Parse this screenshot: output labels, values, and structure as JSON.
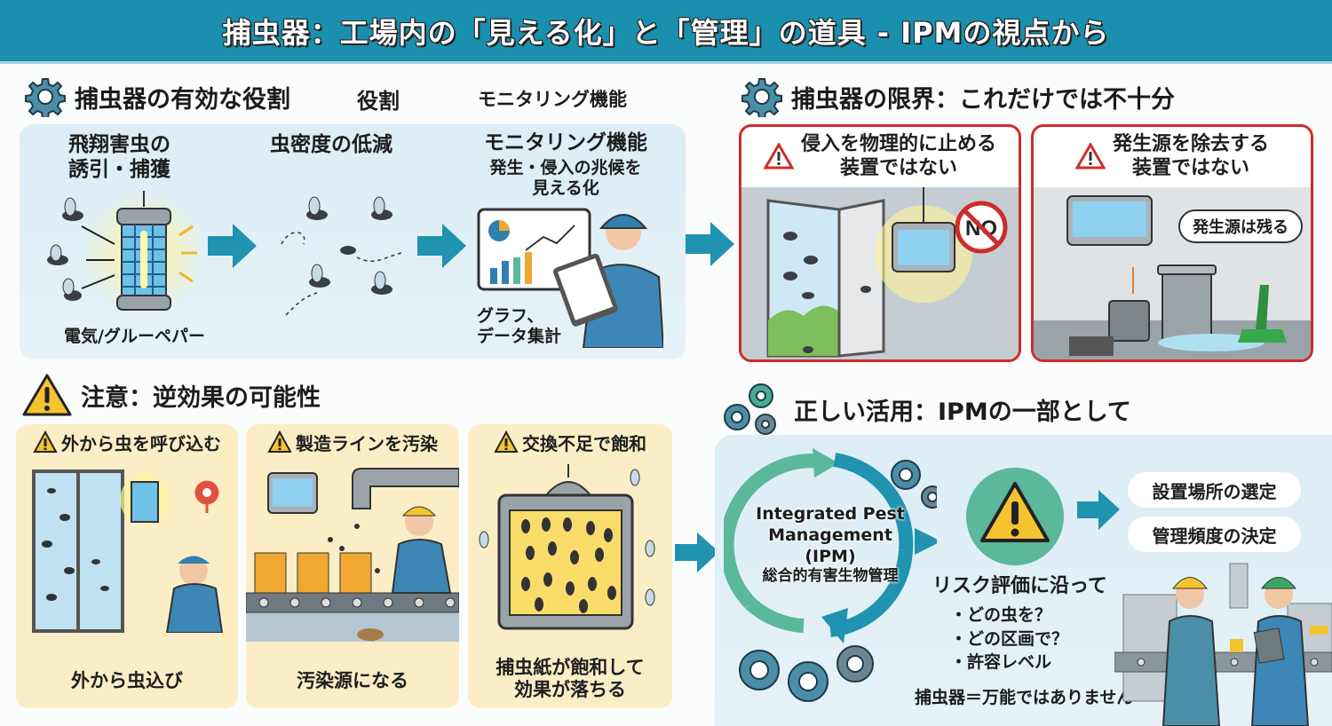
{
  "header": {
    "title": "捕虫器：工場内の「見える化」と「管理」の道具 - IPMの視点から"
  },
  "effective": {
    "title": "捕虫器の有効な役割",
    "col_label_2": "役割",
    "col_label_3": "モニタリング機能",
    "step1": {
      "title_line1": "飛翔害虫の",
      "title_line2": "誘引・捕獲",
      "caption": "電気/グルーペパー"
    },
    "step2": {
      "title": "虫密度の低減"
    },
    "step3": {
      "title": "モニタリング機能",
      "sub_line1": "発生・侵入の兆候を",
      "sub_line2": "見える化",
      "caption_line1": "グラフ、",
      "caption_line2": "データ集計"
    }
  },
  "limits": {
    "title": "捕虫器の限界：これだけでは不十分",
    "card1": {
      "line1": "侵入を物理的に止める",
      "line2": "装置ではない",
      "badge": "NO"
    },
    "card2": {
      "line1": "発生源を除去する",
      "line2": "装置ではない",
      "bubble": "発生源は残る"
    }
  },
  "caution": {
    "title": "注意：逆効果の可能性",
    "cards": [
      {
        "head": "外から虫を呼び込む",
        "foot_line1": "外から虫込び",
        "foot_line2": ""
      },
      {
        "head": "製造ラインを汚染",
        "foot_line1": "汚染源になる",
        "foot_line2": ""
      },
      {
        "head": "交換不足で飽和",
        "foot_line1": "捕虫紙が飽和して",
        "foot_line2": "効果が落ちる"
      }
    ]
  },
  "ipm": {
    "title": "正しい活用：IPMの一部として",
    "cycle_line1": "Integrated Pest",
    "cycle_line2": "Management",
    "cycle_line3": "(IPM)",
    "cycle_line4": "総合的有害生物管理",
    "risk_title": "リスク評価に沿って",
    "risk_items": [
      "・どの虫を？",
      "・どの区画で？",
      "・許容レベル"
    ],
    "decisions": [
      "設置場所の選定",
      "管理頻度の決定"
    ],
    "footer": "捕虫器＝万能ではありません"
  },
  "colors": {
    "header": "#1b8fae",
    "accent_arrow": "#1f93b0",
    "warning_red": "#cf2b2b",
    "warning_yellow": "#f4c430",
    "gear": "#4b8ea8",
    "teal": "#5bb89a"
  }
}
